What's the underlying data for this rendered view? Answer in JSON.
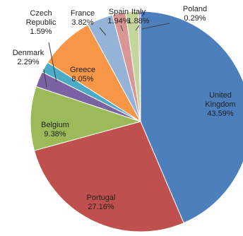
{
  "chart_data": {
    "type": "pie",
    "title": "",
    "slices": [
      {
        "label_lines": [
          "United",
          "Kingdom"
        ],
        "value_text": "43.59%",
        "value": 43.59,
        "color": "#4d7fbc"
      },
      {
        "label_lines": [
          "Portugal"
        ],
        "value_text": "27.16%",
        "value": 27.16,
        "color": "#c0504d"
      },
      {
        "label_lines": [
          "Belgium"
        ],
        "value_text": "9.38%",
        "value": 9.38,
        "color": "#9bbb59"
      },
      {
        "label_lines": [
          "Denmark"
        ],
        "value_text": "2.29%",
        "value": 2.29,
        "color": "#7b62a3"
      },
      {
        "label_lines": [
          "Czech",
          "Republic"
        ],
        "value_text": "1.59%",
        "value": 1.59,
        "color": "#4bacc6"
      },
      {
        "label_lines": [
          "Greece"
        ],
        "value_text": "8.05%",
        "value": 8.05,
        "color": "#f79646"
      },
      {
        "label_lines": [
          "France"
        ],
        "value_text": "3.82%",
        "value": 3.82,
        "color": "#95b3d7"
      },
      {
        "label_lines": [
          "Spain"
        ],
        "value_text": "1.94%",
        "value": 1.94,
        "color": "#d99694"
      },
      {
        "label_lines": [
          "Italy"
        ],
        "value_text": "1.88%",
        "value": 1.88,
        "color": "#c3d69b"
      },
      {
        "label_lines": [
          "Poland"
        ],
        "value_text": "0.29%",
        "value": 0.29,
        "color": "#b2a1c7"
      }
    ],
    "start_angle": "top",
    "direction": "clockwise",
    "legend": "none"
  }
}
